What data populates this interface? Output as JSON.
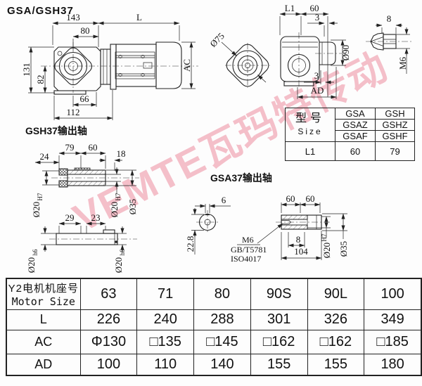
{
  "watermark": {
    "text": "VEMTE瓦玛特传动",
    "color": "rgba(236,130,150,0.5)"
  },
  "drawing": {
    "title": "GSA/GSH37",
    "side_view": {
      "dim_143": "143",
      "dim_L": "L",
      "dim_80": "80",
      "dim_131": "131",
      "dim_82": "82",
      "dim_66": "66",
      "dim_112": "112",
      "dim_AC": "AC"
    },
    "flange_view": {
      "dim_75": "Ø75"
    },
    "top_view": {
      "dim_L1": "L1",
      "dim_60": "60",
      "dim_3_top": "3",
      "dim_3_bottom": "3",
      "dim_90": "Ø90",
      "dim_AD": "AD"
    },
    "bolt_view": {
      "dim_8": "8",
      "dim_M6": "M6"
    }
  },
  "gsh_shaft": {
    "label": "GSH37输出轴",
    "dims": {
      "d24": "24",
      "d79": "79",
      "d60": "60",
      "d18": "18",
      "d29": "29",
      "d23": "23",
      "bore_left_main": "Ø20",
      "bore_left_tol": "H7",
      "bore_right_main": "Ø20",
      "bore_right_tol": "H7",
      "od": "Ø35",
      "solid_left_main": "Ø20",
      "solid_left_tol": "h6",
      "solid_right_main": "Ø20",
      "solid_right_tol": "h6"
    }
  },
  "gsa_shaft": {
    "label": "GSA37输出轴",
    "dims": {
      "d6": "6",
      "d22_8": "22.8",
      "d60a": "60",
      "d60b": "60",
      "d8": "8",
      "d104": "104",
      "m6": "M6",
      "gb": "GB/T5781",
      "iso": "ISO4017",
      "bore_main": "Ø20",
      "bore_tol": "H7",
      "od": "Ø35"
    }
  },
  "size_table": {
    "header_cn": "型号",
    "header_en": "Size",
    "rows": [
      [
        "GSA",
        "GSH"
      ],
      [
        "GSAZ",
        "GSHZ"
      ],
      [
        "GSAF",
        "GSHF"
      ]
    ],
    "l1_label": "L1",
    "l1_values": [
      "60",
      "79"
    ]
  },
  "motor_table": {
    "header_label_cn": "Y2电机机座号",
    "header_label_en": "Motor Size",
    "header_values": [
      "63",
      "71",
      "80",
      "90S",
      "90L",
      "100"
    ],
    "rows": [
      {
        "label": "L",
        "values": [
          "226",
          "240",
          "288",
          "301",
          "326",
          "349"
        ]
      },
      {
        "label": "AC",
        "values": [
          "Φ130",
          "□135",
          "□145",
          "□162",
          "□162",
          "□185"
        ]
      },
      {
        "label": "AD",
        "values": [
          "100",
          "110",
          "140",
          "155",
          "155",
          "180"
        ]
      }
    ]
  }
}
